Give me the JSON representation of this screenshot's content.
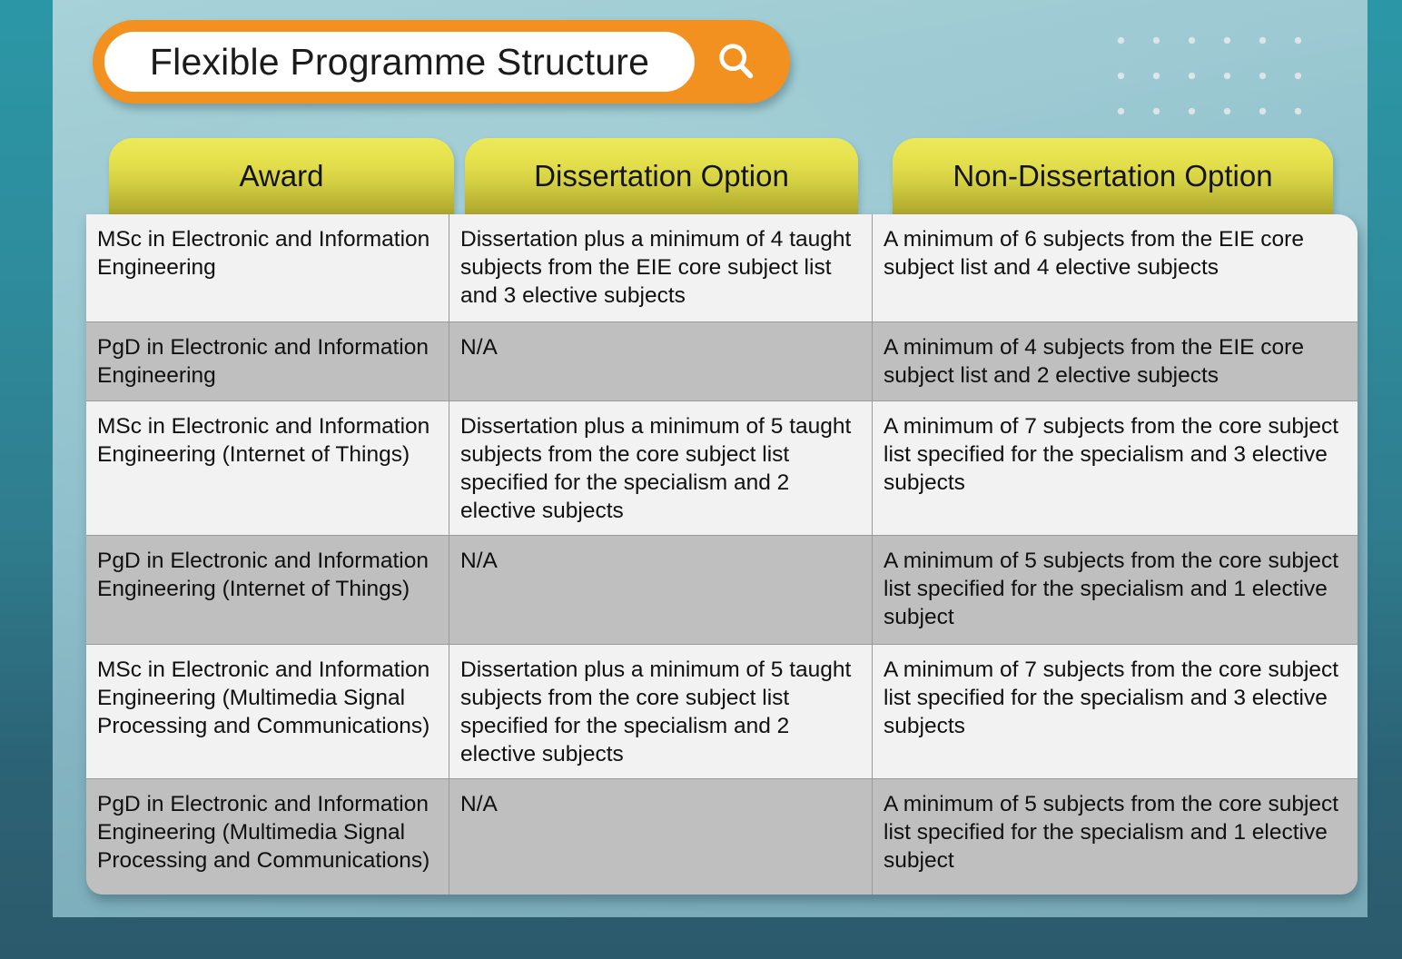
{
  "title": {
    "text": "Flexible Programme Structure",
    "search_icon": "search-icon"
  },
  "table": {
    "headers": [
      "Award",
      "Dissertation Option",
      "Non-Dissertation Option"
    ],
    "rows": [
      {
        "award": "MSc in Electronic and Information Engineering",
        "dissertation": "Dissertation plus a minimum of 4 taught subjects from the EIE core subject list and 3 elective subjects",
        "non_dissertation": "A minimum of 6 subjects from the EIE core subject list and 4 elective subjects"
      },
      {
        "award": "PgD in Electronic and Information Engineering",
        "dissertation": "N/A",
        "non_dissertation": "A minimum of 4 subjects from the EIE core subject list and 2 elective subjects"
      },
      {
        "award": "MSc in Electronic and Information Engineering (Internet of Things)",
        "dissertation": "Dissertation plus a minimum of 5 taught subjects from the core subject list specified for the specialism and 2 elective subjects",
        "non_dissertation": "A minimum of 7 subjects from the core subject list specified for the specialism and  3 elective subjects"
      },
      {
        "award": "PgD in Electronic and Information Engineering (Internet of Things)",
        "dissertation": "N/A",
        "non_dissertation": "A minimum of 5 subjects from the core subject list specified for the specialism and  1 elective subject"
      },
      {
        "award": "MSc in Electronic and Information Engineering (Multimedia Signal Processing and Communications)",
        "dissertation": "Dissertation plus a minimum of 5 taught subjects from the core subject list specified for the specialism and 2 elective subjects",
        "non_dissertation": "A minimum of 7 subjects from the core subject list specified for the specialism and  3 elective subjects"
      },
      {
        "award": "PgD in Electronic and Information Engineering (Multimedia Signal Processing and Communications)",
        "dissertation": "N/A",
        "non_dissertation": "A minimum of 5 subjects from the core subject list specified for the specialism and  1 elective subject"
      }
    ]
  },
  "colors": {
    "accent_orange": "#F2911F",
    "header_yellow": "#E6E24E",
    "row_light": "#F2F2F2",
    "row_dark": "#BFBFBF",
    "background_teal": "#2E8C9C"
  }
}
